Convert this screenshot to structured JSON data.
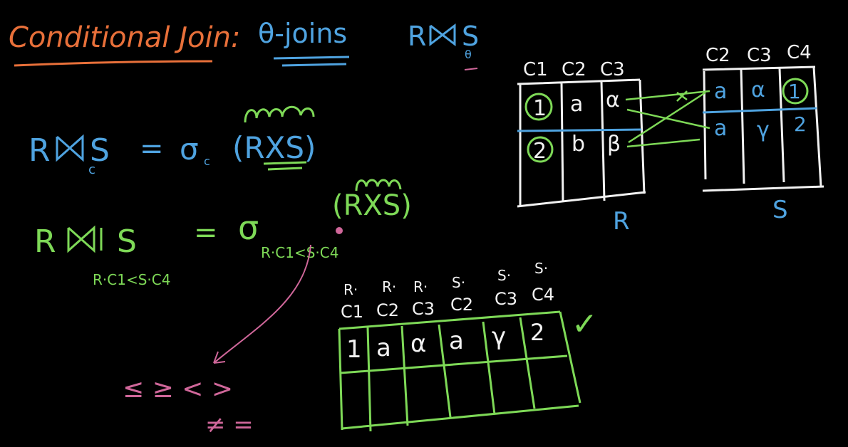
{
  "colors": {
    "background": "#000000",
    "orange": "#e8703a",
    "blue": "#4fa3e0",
    "green": "#7ed957",
    "white": "#f2f2f2",
    "pink": "#d0679a"
  },
  "title": {
    "label": "Conditional Join:",
    "theta_joins": "θ-joins",
    "r": "R",
    "s": "S",
    "theta_sub": "θ"
  },
  "equation1": {
    "r": "R",
    "s": "S",
    "sub": "c",
    "equals": "=",
    "sigma": "σ",
    "sigma_sub": "c",
    "rhs": "(RXS)"
  },
  "equation2": {
    "r": "R",
    "s": "S",
    "sub": "R·C1<S·C4",
    "equals": "=",
    "sigma": "σ",
    "sigma_sub": "R·C1<S·C4",
    "rhs": "(RXS)"
  },
  "operators": {
    "row1": "≤ ≥ < >",
    "row2": "≠ ="
  },
  "table_r": {
    "name": "R",
    "headers": [
      "C1",
      "C2",
      "C3"
    ],
    "rows": [
      [
        "1",
        "a",
        "α"
      ],
      [
        "2",
        "b",
        "β"
      ]
    ]
  },
  "table_s": {
    "name": "S",
    "headers": [
      "C2",
      "C3",
      "C4"
    ],
    "rows": [
      [
        "a",
        "α",
        "1"
      ],
      [
        "a",
        "γ",
        "2"
      ]
    ]
  },
  "result_table": {
    "headers_top": [
      "R·",
      "R·",
      "R·",
      "S·",
      "S·",
      "S·"
    ],
    "headers_bottom": [
      "C1",
      "C2",
      "C3",
      "C2",
      "C3",
      "C4"
    ],
    "row": [
      "1",
      "a",
      "α",
      "a",
      "γ",
      "2"
    ],
    "check": "✓"
  }
}
